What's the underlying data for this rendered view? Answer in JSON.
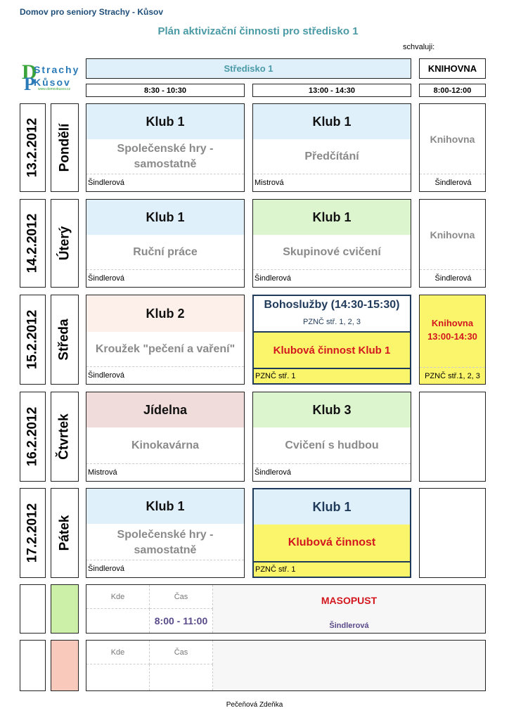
{
  "header": {
    "org": "Domov pro seniory Strachy - Kůsov",
    "title": "Plán aktivizační činnosti pro středisko 1",
    "approval": "schvaluji:"
  },
  "logo": {
    "line1": "Strachy",
    "line2": "Kůsov",
    "url": "www.domovkusov.cz"
  },
  "columns": {
    "center": "Středisko 1",
    "library": "KNIHOVNA",
    "times": [
      "8:30 - 10:30",
      "13:00 - 14:30",
      "8:00-12:00"
    ]
  },
  "days": [
    {
      "date": "13.2.2012",
      "day": "Pondělí",
      "morning": {
        "title": "Klub 1",
        "activity": "Společenské hry - samostatně",
        "person": "Šindlerová"
      },
      "afternoon": {
        "title": "Klub 1",
        "activity": "Předčítání",
        "person": "Mistrová"
      },
      "library": {
        "label": "Knihovna",
        "person": "Šindlerová"
      }
    },
    {
      "date": "14.2.2012",
      "day": "Úterý",
      "morning": {
        "title": "Klub 1",
        "activity": "Ruční práce",
        "person": "Šindlerová"
      },
      "afternoon": {
        "title": "Klub 1",
        "activity": "Skupinové cvičení",
        "person": "Šindlerová"
      },
      "library": {
        "label": "Knihovna",
        "person": "Šindlerová"
      }
    },
    {
      "date": "15.2.2012",
      "day": "Středa",
      "morning": {
        "title": "Klub 2",
        "activity": "Kroužek \"pečení a vaření\"",
        "person": "Šindlerová"
      },
      "afternoon": {
        "title": "Bohoslužby (14:30-15:30)",
        "subtitle": "PZNČ stř. 1, 2, 3",
        "activity": "Klubová činnost Klub 1",
        "person": "PZNČ stř. 1"
      },
      "library": {
        "label": "Knihovna 13:00-14:30",
        "person": "PZNČ stř.1, 2, 3"
      }
    },
    {
      "date": "16.2.2012",
      "day": "Čtvrtek",
      "morning": {
        "title": "Jídelna",
        "activity": "Kinokavárna",
        "person": "Mistrová"
      },
      "afternoon": {
        "title": "Klub 3",
        "activity": "Cvičení s hudbou",
        "person": "Šindlerová"
      }
    },
    {
      "date": "17.2.2012",
      "day": "Pátek",
      "morning": {
        "title": "Klub 1",
        "activity": "Společenské hry - samostatně",
        "person": "Šindlerová"
      },
      "afternoon": {
        "title": "Klub 1",
        "activity": "Klubová činnost",
        "person": "PZNČ stř. 1"
      }
    }
  ],
  "events": [
    {
      "where_label": "Kde",
      "time_label": "Čas",
      "time": "8:00 - 11:00",
      "name": "MASOPUST",
      "person": "Šindlerová",
      "color": "#ccf0a8"
    },
    {
      "where_label": "Kde",
      "time_label": "Čas",
      "time": "",
      "name": "",
      "person": "",
      "color": "#f9c9bb"
    }
  ],
  "footer": "Pečeňová Zdeňka",
  "colors": {
    "blue": "#dff0fb",
    "green": "#dcf5cf",
    "peach": "#fdefe9",
    "rose": "#f1dcdc",
    "yellow": "#fbf56c",
    "title_teal": "#4a9aa6",
    "red_text": "#d3171e",
    "navy": "#1f3a5a"
  }
}
